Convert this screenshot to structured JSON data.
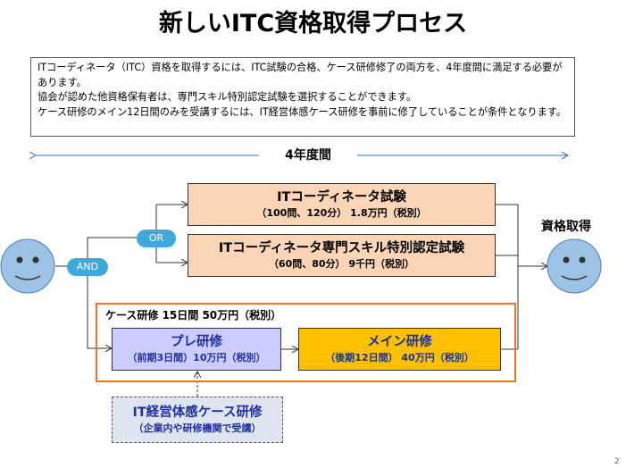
{
  "title": "新しいITC資格取得プロセス",
  "description": [
    "ITコーディネータ（ITC）資格を取得するには、ITC試験の合格、ケース研修修了の両方を、4年度間に満足する必要があります。",
    "協会が認めた他資格保有者は、専門スキル特別認定試験を選択することができます。",
    "ケース研修のメイン12日間のみを受講するには、IT経営体感ケース研修を事前に修了していることが条件となります。"
  ],
  "period_label": "4年度間",
  "exam1": {
    "title": "ITコーディネータ試験",
    "detail": "（100問、120分） 1.8万円（税別）"
  },
  "exam2": {
    "title": "ITコーディネータ専門スキル特別認定試験",
    "detail": "（60問、80分） 9千円（税別）"
  },
  "or_label": "OR",
  "and_label": "AND",
  "case_training_label": "ケース研修 15日間 50万円（税別）",
  "pre_training": {
    "title": "プレ研修",
    "detail": "（前期3日間）10万円（税別）"
  },
  "main_training": {
    "title": "メイン研修",
    "detail": "（後期12日間） 40万円（税別）"
  },
  "it_case_training": {
    "title": "IT経営体感ケース研修",
    "detail": "（企業内や研修機関で受講）"
  },
  "goal_label": "資格取得",
  "page_number": "2",
  "colors": {
    "exam_fill": "#fbd5b5",
    "pill": "#3fa9d8",
    "frame": "#e8772e",
    "pre_fill": "#ccccff",
    "main_fill": "#ffc000",
    "face": "#9cc3e5"
  }
}
